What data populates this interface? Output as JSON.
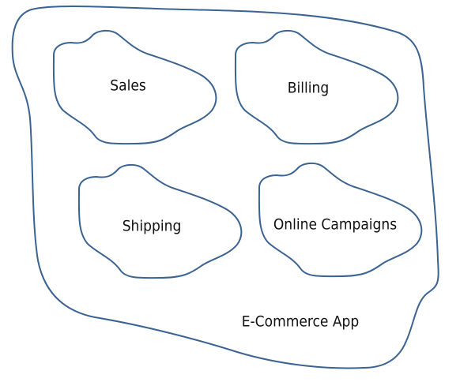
{
  "diagram": {
    "stroke_color": "#3b6391",
    "container": {
      "label": "E-Commerce App"
    },
    "contexts": [
      {
        "label": "Sales"
      },
      {
        "label": "Billing"
      },
      {
        "label": "Shipping"
      },
      {
        "label": "Online Campaigns"
      }
    ]
  }
}
